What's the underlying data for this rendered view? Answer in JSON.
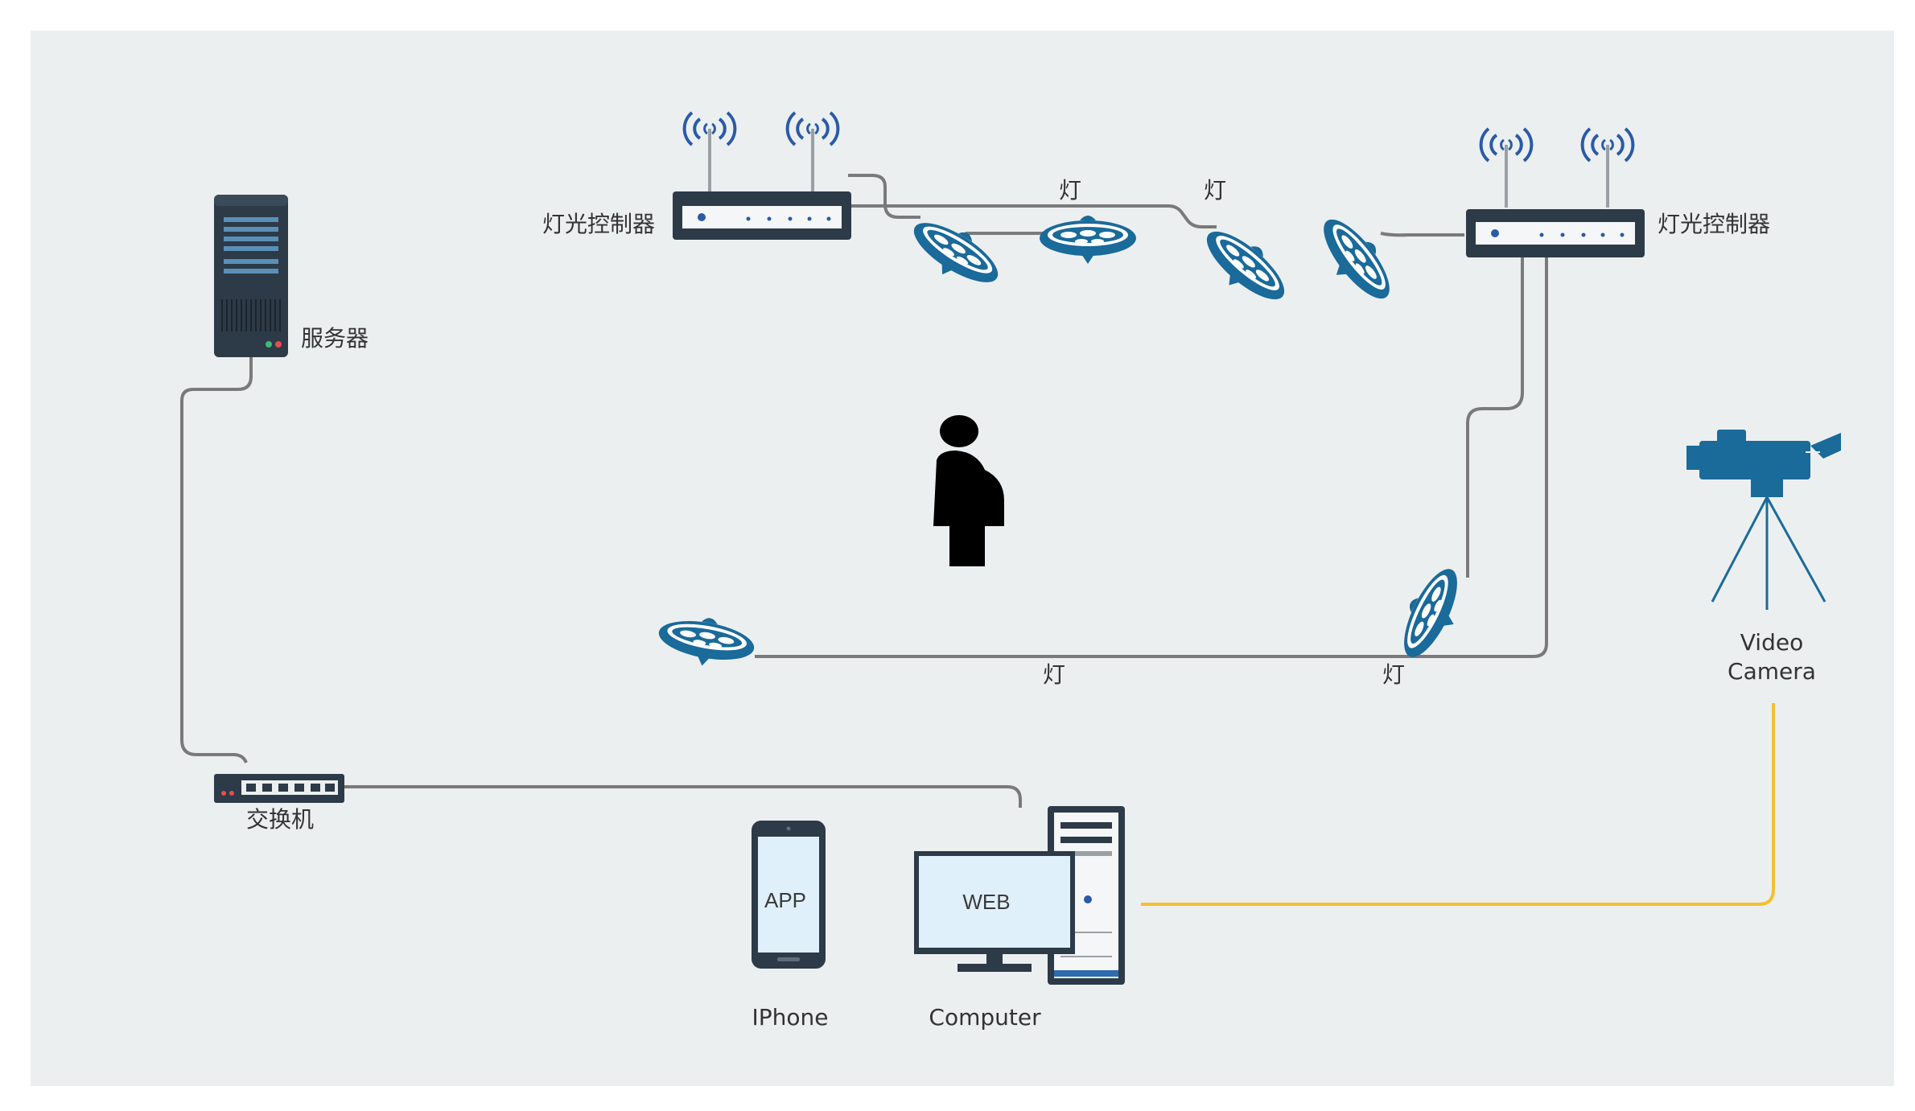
{
  "labels": {
    "server": "服务器",
    "switch": "交换机",
    "controller_left": "灯光控制器",
    "controller_right": "灯光控制器",
    "lamp_top_1": "灯",
    "lamp_top_2": "灯",
    "lamp_bottom_1": "灯",
    "lamp_bottom_2": "灯",
    "camera_line1": "Video",
    "camera_line2": "Camera",
    "iphone": "IPhone",
    "computer": "Computer",
    "app_screen": "APP",
    "web_screen": "WEB"
  },
  "colors": {
    "background": "#eceff0",
    "device_dark": "#2d3a47",
    "lamp_blue": "#1a6a9a",
    "wifi_blue": "#2a5aa8",
    "cable_gray": "#7a7a7a",
    "camera_link": "#f2c12e",
    "screen_fill": "#dff0fa"
  }
}
